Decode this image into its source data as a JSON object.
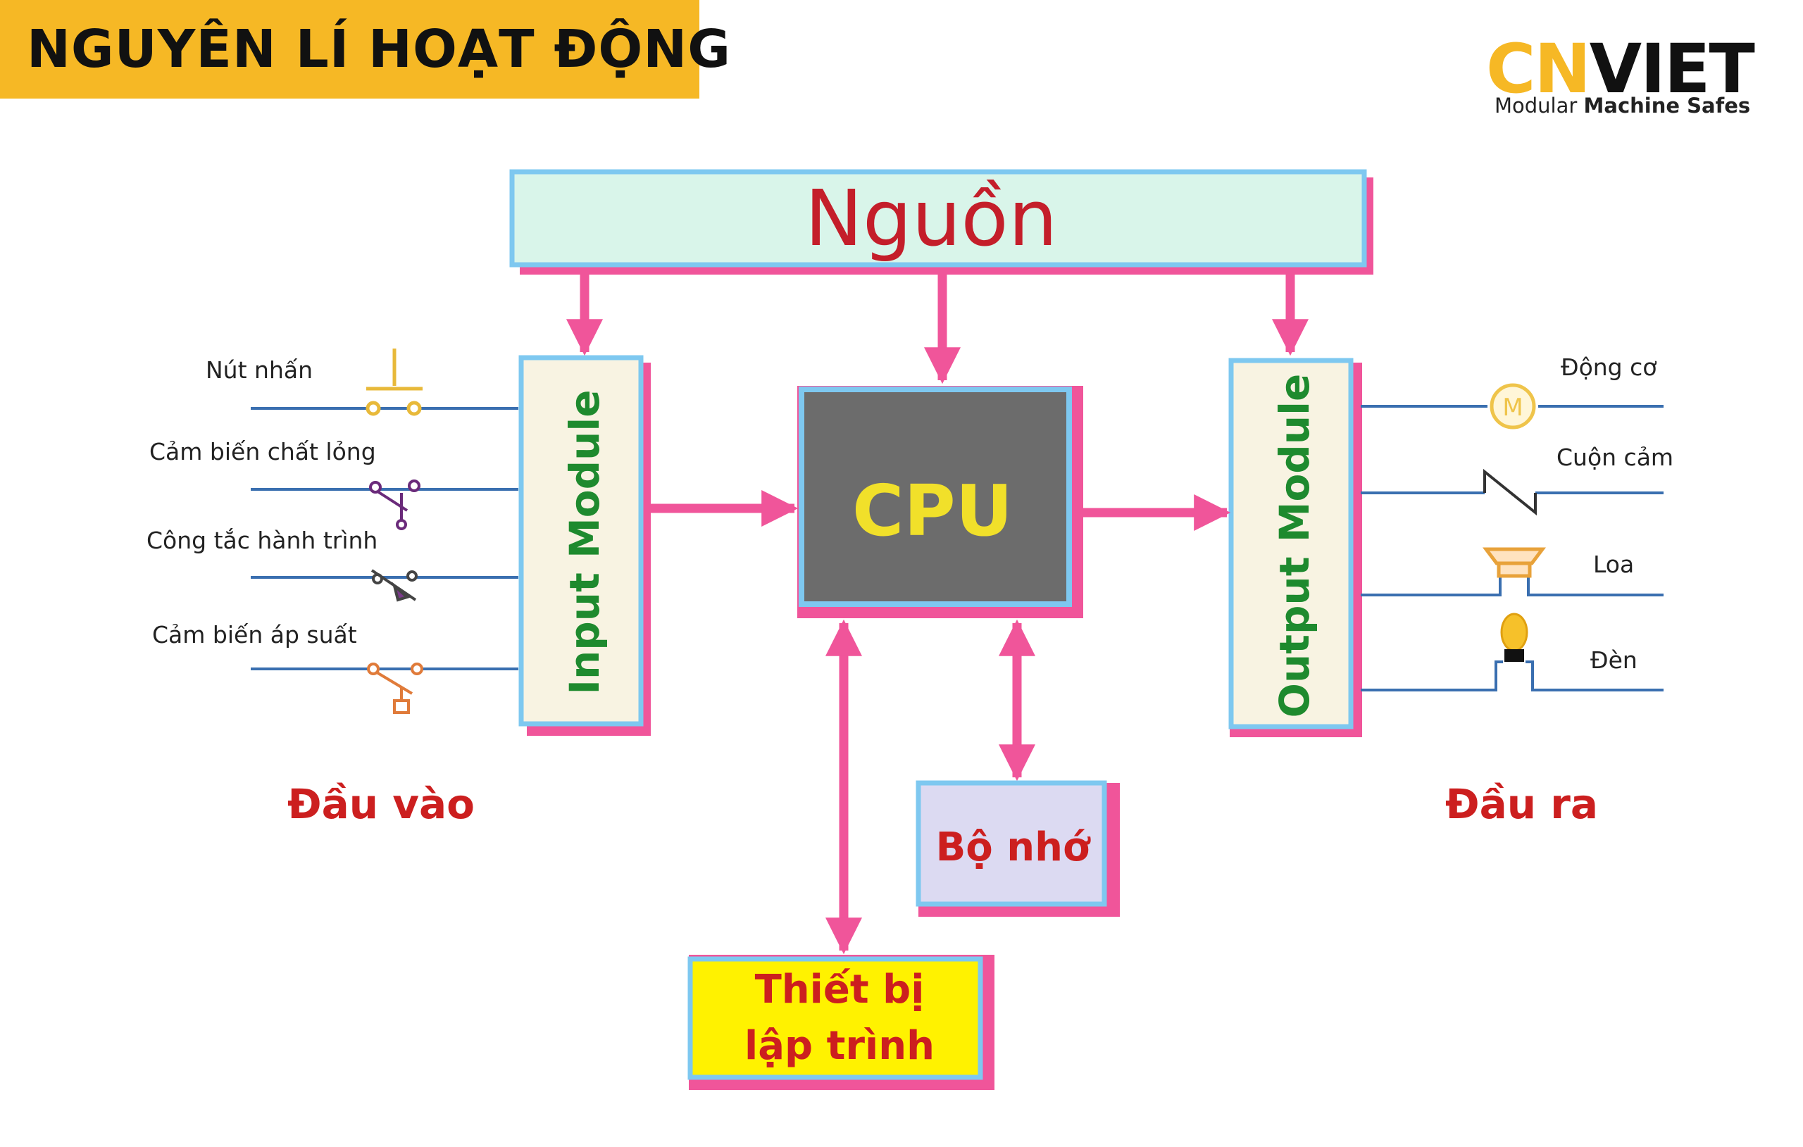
{
  "header": {
    "title": "NGUYÊN LÍ HOẠT ĐỘNG"
  },
  "logo": {
    "brand_part1": "CN",
    "brand_part2": "VIET",
    "tagline_regular": "Modular",
    "tagline_bold": "Machine Safes"
  },
  "diagram": {
    "power": "Nguồn",
    "input_module": "Input Module",
    "cpu": "CPU",
    "output_module": "Output Module",
    "memory": "Bộ nhớ",
    "programmer_line1": "Thiết bị",
    "programmer_line2": "lập trình",
    "inputs_title": "Đầu vào",
    "outputs_title": "Đầu ra",
    "inputs": [
      {
        "label": "Nút nhấn",
        "icon": "push-button-icon"
      },
      {
        "label": "Cảm biến chất lỏng",
        "icon": "liquid-sensor-switch-icon"
      },
      {
        "label": "Công tắc hành trình",
        "icon": "limit-switch-icon"
      },
      {
        "label": "Cảm biến áp suất",
        "icon": "pressure-switch-icon"
      }
    ],
    "outputs": [
      {
        "label": "Động cơ",
        "icon": "motor-icon",
        "symbol": "M"
      },
      {
        "label": "Cuộn cảm",
        "icon": "inductor-icon"
      },
      {
        "label": "Loa",
        "icon": "speaker-icon"
      },
      {
        "label": "Đèn",
        "icon": "lamp-icon"
      }
    ]
  },
  "colors": {
    "accent": "#f6b825",
    "arrow": "#f0559a",
    "box_border": "#7ec8f0",
    "power_fill": "#d9f5ea",
    "cpu_fill": "#6c6c6c",
    "cpu_text": "#f1e02a",
    "module_text": "#1e8a2e",
    "label_red": "#cc1f1f",
    "programmer_fill": "#fff200",
    "memory_fill": "#dcdaf2",
    "wire": "#3a6fb0"
  }
}
